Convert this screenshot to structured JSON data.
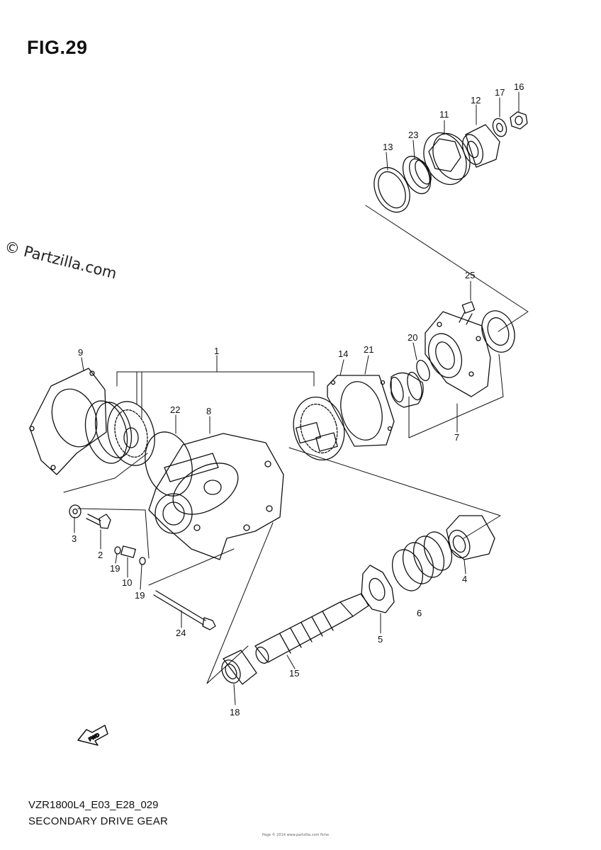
{
  "figure": {
    "title": "FIG.29"
  },
  "watermark": "© Partzilla.com",
  "footer": {
    "model_code": "VZR1800L4_E03_E28_029",
    "section_name": "SECONDARY DRIVE GEAR",
    "fine_print": "Page ©  2014  www.partzilla.com  fiche"
  },
  "direction_arrow": {
    "label": "FWD",
    "icon": "fwd-arrow-icon"
  },
  "callouts": {
    "c1": "1",
    "c2": "2",
    "c3": "3",
    "c4": "4",
    "c5": "5",
    "c6": "6",
    "c7": "7",
    "c8": "8",
    "c9": "9",
    "c10": "10",
    "c11": "11",
    "c12": "12",
    "c13": "13",
    "c14": "14",
    "c15": "15",
    "c16": "16",
    "c17": "17",
    "c18": "18",
    "c19a": "19",
    "c19b": "19",
    "c20": "20",
    "c21": "21",
    "c22": "22",
    "c23": "23",
    "c24": "24",
    "c25": "25"
  }
}
